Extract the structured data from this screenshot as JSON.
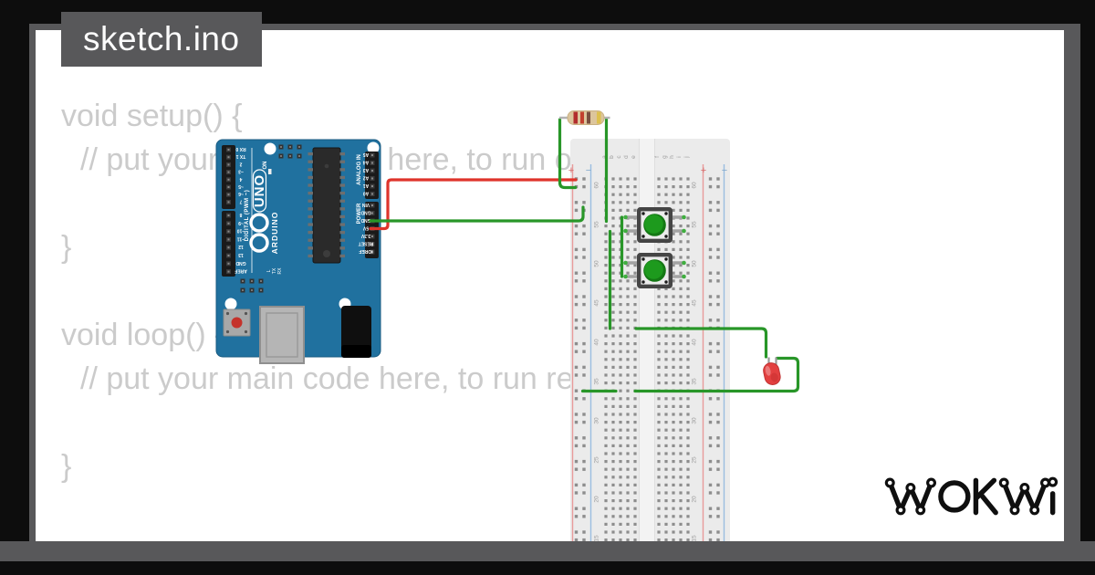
{
  "window": {
    "title": "sketch.ino"
  },
  "code": {
    "lines": [
      "void setup() {",
      "// put your setup code here, to run once:",
      "}",
      "void loop() {",
      "// put your main code here, to run repeatedly:",
      "}"
    ]
  },
  "logo": {
    "text": "WOKWI"
  },
  "arduino": {
    "uno_label": "UNO",
    "brand": "ARDUINO",
    "on_label": "ON",
    "digital_title": "DIGITAL (PWM ~)",
    "analog_title": "ANALOG IN",
    "power_title": "POWER",
    "digital_pins_upper": [
      "RX 0",
      "TX 1",
      "2",
      "~3",
      "4",
      "~5",
      "~6",
      "7"
    ],
    "digital_pins_lower": [
      "8",
      "~9",
      "~10",
      "~11",
      "12",
      "13",
      "GND",
      "AREF"
    ],
    "analog_pins": [
      "A5",
      "A4",
      "A3",
      "A2",
      "A1",
      "A0"
    ],
    "power_pins": [
      "VIN",
      "GND",
      "GND",
      "5V",
      "3.3V",
      "RESET",
      "IOREF"
    ],
    "led_labels": [
      "L",
      "TX",
      "RX"
    ]
  },
  "breadboard": {
    "column_letters_left": [
      "a",
      "b",
      "c",
      "d",
      "e"
    ],
    "column_letters_right": [
      "f",
      "g",
      "h",
      "i",
      "j"
    ],
    "row_numbers": [
      "60",
      "55",
      "50",
      "45",
      "40",
      "35",
      "30",
      "25",
      "20",
      "15"
    ],
    "rail_plus": "+",
    "rail_minus": "−"
  },
  "colors": {
    "page_bg": "#0d0d0d",
    "frame_gray": "#58585a",
    "canvas_bg": "#ffffff",
    "code_text": "#cbcbcb",
    "board_blue": "#20719f",
    "wire_red": "#df342b",
    "wire_green": "#289628",
    "button_cap": "#1d9a1d",
    "led_red": "#e34040",
    "breadboard_bg": "#ebebeb",
    "rail_red": "#e89b9b",
    "rail_blue": "#9bbde0",
    "resistor_body": "#dcc59c",
    "logo_black": "#0f0f0f"
  }
}
